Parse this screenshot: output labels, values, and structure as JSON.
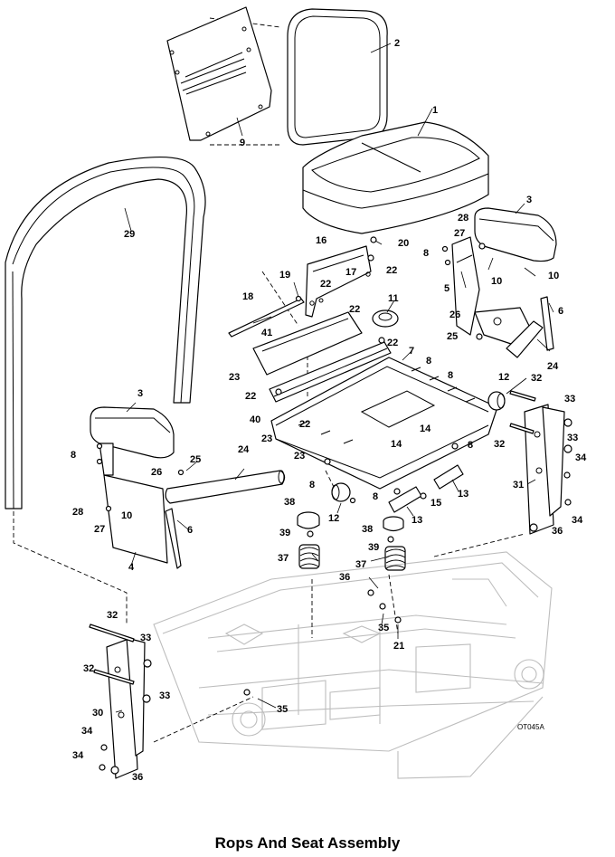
{
  "figure": {
    "caption": "Rops And Seat Assembly",
    "drawing_code": "OT045A"
  },
  "callouts": {
    "c1": "1",
    "c2": "2",
    "c3a": "3",
    "c3b": "3",
    "c4": "4",
    "c5": "5",
    "c6a": "6",
    "c6b": "6",
    "c7": "7",
    "c8a": "8",
    "c8b": "8",
    "c8c": "8",
    "c8d": "8",
    "c8e": "8",
    "c8f": "8",
    "c8g": "8",
    "c9": "9",
    "c10a": "10",
    "c10b": "10",
    "c10c": "10",
    "c11": "11",
    "c12a": "12",
    "c12b": "12",
    "c13a": "13",
    "c13b": "13",
    "c14a": "14",
    "c14b": "14",
    "c15": "15",
    "c16": "16",
    "c17": "17",
    "c18": "18",
    "c19": "19",
    "c20": "20",
    "c21": "21",
    "c22a": "22",
    "c22b": "22",
    "c22c": "22",
    "c22d": "22",
    "c22e": "22",
    "c22f": "22",
    "c23a": "23",
    "c23b": "23",
    "c23c": "23",
    "c24a": "24",
    "c24b": "24",
    "c25a": "25",
    "c25b": "25",
    "c26a": "26",
    "c26b": "26",
    "c27a": "27",
    "c27b": "27",
    "c28a": "28",
    "c28b": "28",
    "c29": "29",
    "c30": "30",
    "c31": "31",
    "c32a": "32",
    "c32b": "32",
    "c32c": "32",
    "c32d": "32",
    "c33a": "33",
    "c33b": "33",
    "c33c": "33",
    "c33d": "33",
    "c34a": "34",
    "c34b": "34",
    "c34c": "34",
    "c34d": "34",
    "c35a": "35",
    "c35b": "35",
    "c36a": "36",
    "c36b": "36",
    "c36c": "36",
    "c37a": "37",
    "c37b": "37",
    "c38a": "38",
    "c38b": "38",
    "c39a": "39",
    "c39b": "39",
    "c40": "40",
    "c41": "41"
  }
}
